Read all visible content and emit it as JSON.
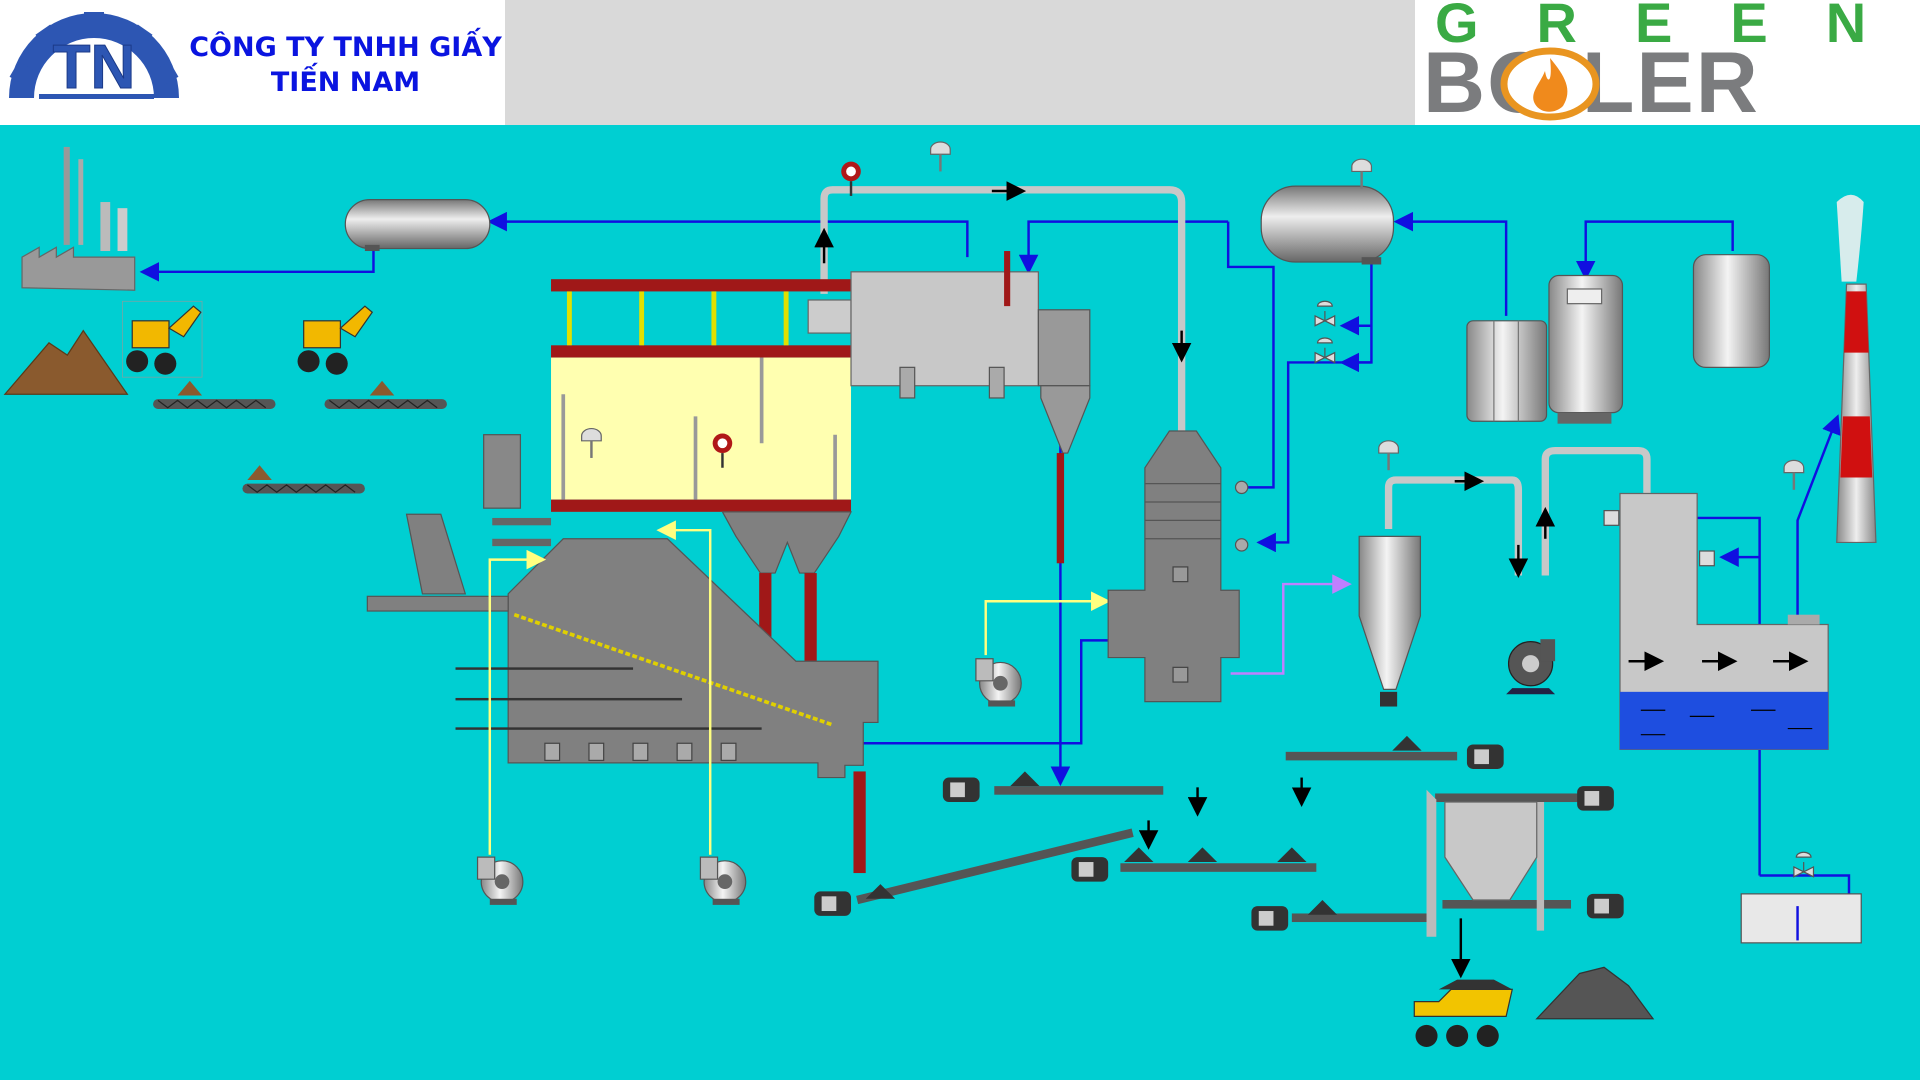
{
  "header": {
    "company_line1": "CÔNG TY TNHH GIẤY",
    "company_line2": "TIẾN NAM",
    "company_logo_text": "TN",
    "boiler_logo_top": "GREEN",
    "boiler_logo_bottom": "BOILER"
  },
  "colors": {
    "background": "#00cfd2",
    "water_line": "#1010e0",
    "air_line": "#ffff80",
    "flue_line": "#c080ff",
    "boiler_frame": "#a01818",
    "furnace_fill": "#ffffb0"
  },
  "icons": [
    "factory-icon",
    "wheel-loader-icon",
    "conveyor-icon",
    "fan-icon",
    "valve-icon",
    "temperature-sensor-icon",
    "pressure-gauge-icon",
    "dump-truck-icon",
    "chimney-icon",
    "cyclone-icon",
    "tank-icon"
  ]
}
